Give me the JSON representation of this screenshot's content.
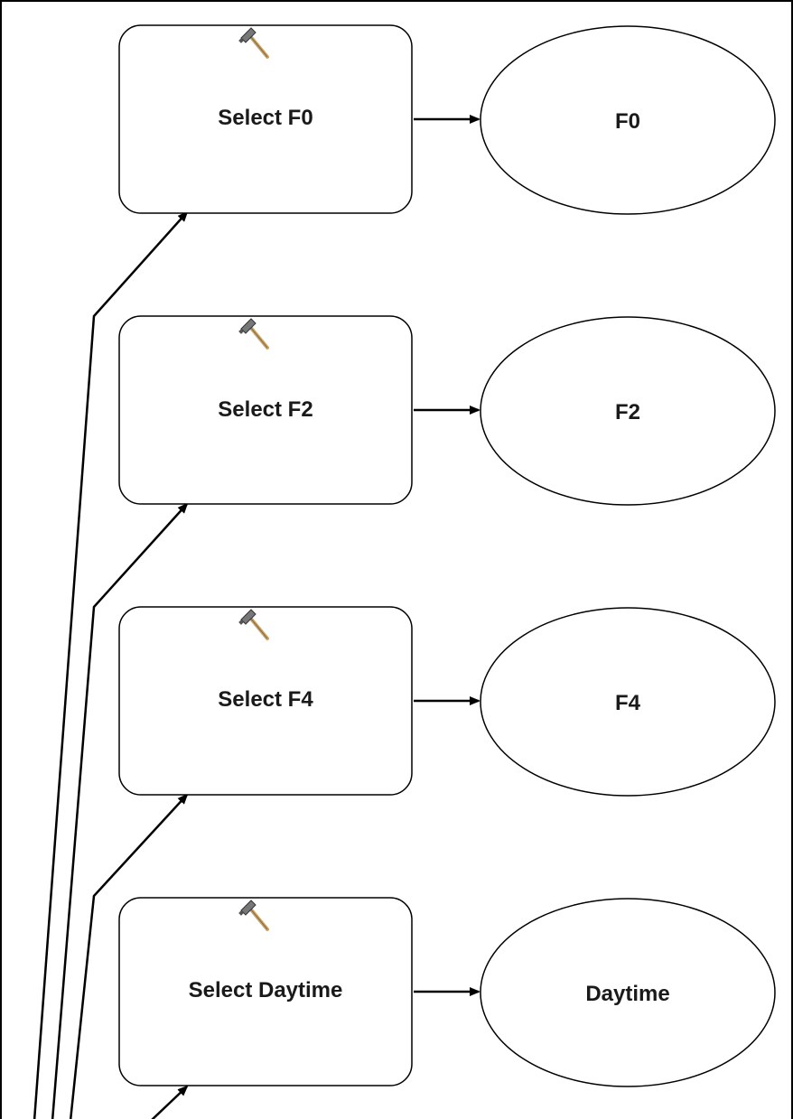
{
  "diagram": {
    "tools": [
      {
        "label": "Select F0",
        "output": "F0"
      },
      {
        "label": "Select F2",
        "output": "F2"
      },
      {
        "label": "Select F4",
        "output": "F4"
      },
      {
        "label": "Select Daytime",
        "output": "Daytime"
      }
    ],
    "tool_icon": "hammer-icon"
  }
}
